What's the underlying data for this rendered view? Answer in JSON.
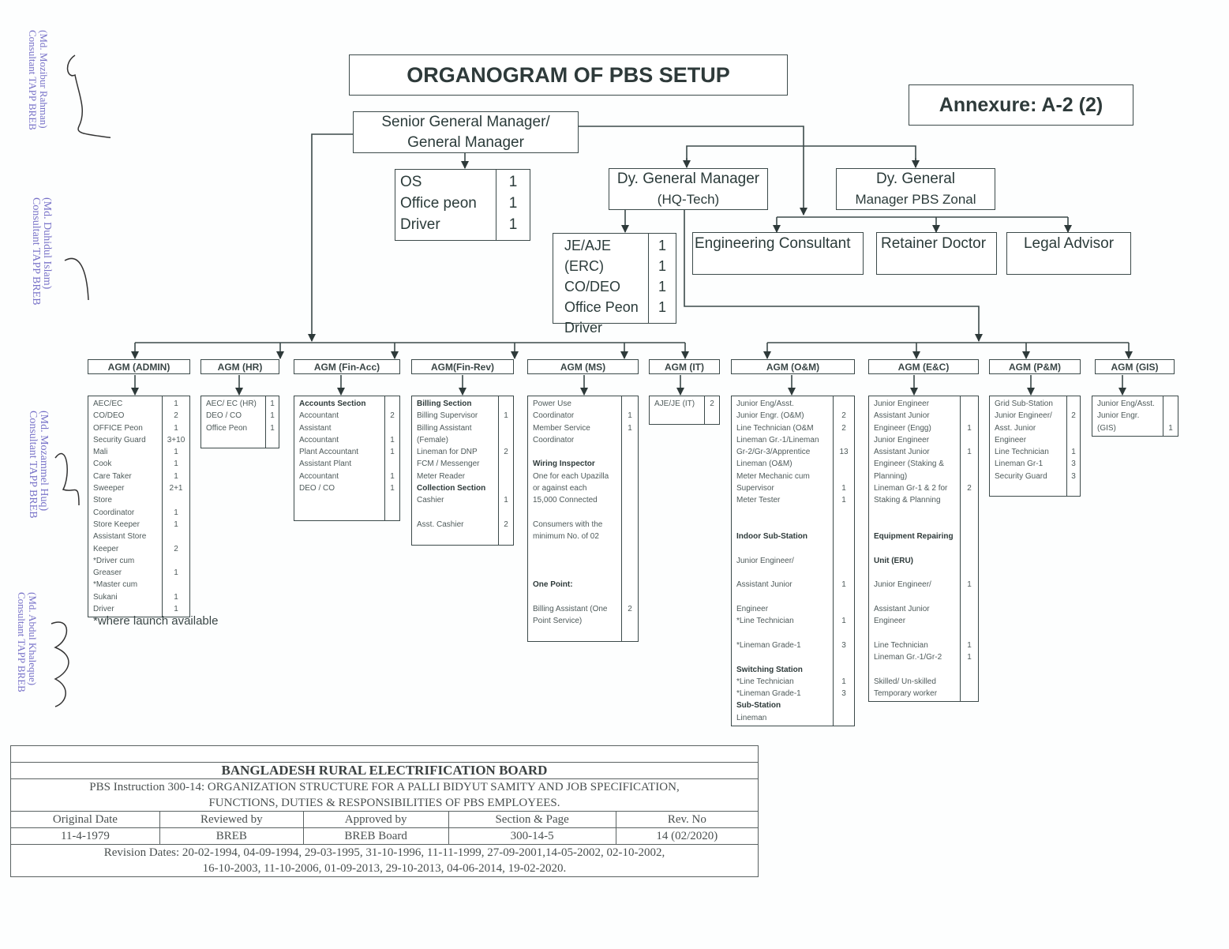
{
  "header": {
    "title": "ORGANOGRAM OF PBS SETUP",
    "annexure": "Annexure: A-2 (2)"
  },
  "top": {
    "gm": {
      "line1": "Senior General Manager/",
      "line2": "General Manager"
    },
    "gm_staff": [
      {
        "role": "OS",
        "count": "1"
      },
      {
        "role": "Office peon",
        "count": "1"
      },
      {
        "role": "Driver",
        "count": "1"
      }
    ],
    "dgm_hq": {
      "line1": "Dy. General Manager",
      "line2": "(HQ-Tech)"
    },
    "dgm_hq_staff": [
      {
        "role": "JE/AJE (ERC)",
        "count": "1"
      },
      {
        "role": "CO/DEO",
        "count": "1"
      },
      {
        "role": "Office Peon",
        "count": "1"
      },
      {
        "role": "Driver",
        "count": "1"
      }
    ],
    "dgm_zonal": {
      "line1": "Dy. General",
      "line2": "Manager PBS Zonal"
    },
    "advisors": [
      "Engineering Consultant",
      "Retainer Doctor",
      "Legal Advisor"
    ]
  },
  "agms": [
    {
      "name": "AGM (ADMIN)",
      "rows": [
        {
          "t": "AEC/EC",
          "c": "1"
        },
        {
          "t": "CO/DEO",
          "c": "2"
        },
        {
          "t": "OFFICE Peon",
          "c": "1"
        },
        {
          "t": "Security Guard",
          "c": "3+10"
        },
        {
          "t": "Mali",
          "c": "1"
        },
        {
          "t": "Cook",
          "c": "1"
        },
        {
          "t": "Care Taker",
          "c": "1"
        },
        {
          "t": "Sweeper",
          "c": "2+1"
        },
        {
          "t": "Store",
          "c": ""
        },
        {
          "t": "Coordinator",
          "c": "1"
        },
        {
          "t": "Store Keeper",
          "c": "1"
        },
        {
          "t": "Assistant Store",
          "c": ""
        },
        {
          "t": "Keeper",
          "c": "2"
        },
        {
          "t": "*Driver cum",
          "c": ""
        },
        {
          "t": "Greaser",
          "c": "1"
        },
        {
          "t": "*Master cum",
          "c": ""
        },
        {
          "t": "Sukani",
          "c": "1"
        },
        {
          "t": "Driver",
          "c": "1"
        }
      ]
    },
    {
      "name": "AGM (HR)",
      "rows": [
        {
          "t": "AEC/ EC (HR)",
          "c": "1"
        },
        {
          "t": "DEO / CO",
          "c": "1"
        },
        {
          "t": "Office Peon",
          "c": "1"
        },
        {
          "t": "",
          "c": ""
        }
      ]
    },
    {
      "name": "AGM (Fin-Acc)",
      "rows": [
        {
          "t": "Accounts Section",
          "c": "",
          "b": true
        },
        {
          "t": "Accountant",
          "c": "2"
        },
        {
          "t": "Assistant",
          "c": ""
        },
        {
          "t": "Accountant",
          "c": "1"
        },
        {
          "t": "Plant Accountant",
          "c": "1"
        },
        {
          "t": "Assistant Plant",
          "c": ""
        },
        {
          "t": "Accountant",
          "c": "1"
        },
        {
          "t": "DEO / CO",
          "c": "1"
        },
        {
          "t": "",
          "c": ""
        },
        {
          "t": "",
          "c": ""
        }
      ]
    },
    {
      "name": "AGM(Fin-Rev)",
      "rows": [
        {
          "t": "Billing Section",
          "c": "",
          "b": true
        },
        {
          "t": "Billing Supervisor",
          "c": "1"
        },
        {
          "t": "Billing Assistant",
          "c": ""
        },
        {
          "t": "(Female)",
          "c": ""
        },
        {
          "t": "Lineman for DNP",
          "c": "2"
        },
        {
          "t": "FCM / Messenger",
          "c": ""
        },
        {
          "t": "Meter Reader",
          "c": ""
        },
        {
          "t": "Collection Section",
          "c": "",
          "b": true
        },
        {
          "t": "Cashier",
          "c": "1"
        },
        {
          "t": "",
          "c": ""
        },
        {
          "t": "Asst. Cashier",
          "c": "2"
        },
        {
          "t": "",
          "c": ""
        }
      ]
    },
    {
      "name": "AGM (MS)",
      "rows": [
        {
          "t": "Power Use",
          "c": ""
        },
        {
          "t": "Coordinator",
          "c": "1"
        },
        {
          "t": "Member Service",
          "c": "1"
        },
        {
          "t": "Coordinator",
          "c": ""
        },
        {
          "t": "",
          "c": ""
        },
        {
          "t": "Wiring Inspector",
          "c": "",
          "b": true
        },
        {
          "t": "One for each Upazilla",
          "c": ""
        },
        {
          "t": "or against each",
          "c": ""
        },
        {
          "t": "15,000 Connected",
          "c": ""
        },
        {
          "t": "",
          "c": ""
        },
        {
          "t": "Consumers with the",
          "c": ""
        },
        {
          "t": "minimum No. of 02",
          "c": ""
        },
        {
          "t": "",
          "c": ""
        },
        {
          "t": "",
          "c": ""
        },
        {
          "t": "",
          "c": ""
        },
        {
          "t": "One Point:",
          "c": "",
          "b": true
        },
        {
          "t": "",
          "c": ""
        },
        {
          "t": "Billing Assistant (One",
          "c": "2"
        },
        {
          "t": "Point Service)",
          "c": ""
        },
        {
          "t": "",
          "c": ""
        }
      ]
    },
    {
      "name": "AGM (IT)",
      "rows": [
        {
          "t": "AJE/JE (IT)",
          "c": "2"
        },
        {
          "t": "",
          "c": ""
        }
      ]
    },
    {
      "name": "AGM (O&M)",
      "rows": [
        {
          "t": "Junior Eng/Asst.",
          "c": ""
        },
        {
          "t": "Junior Engr. (O&M)",
          "c": "2"
        },
        {
          "t": "Line Technician (O&M",
          "c": "2"
        },
        {
          "t": "Lineman Gr.-1/Lineman",
          "c": ""
        },
        {
          "t": "Gr-2/Gr-3/Apprentice",
          "c": "13"
        },
        {
          "t": "Lineman (O&M)",
          "c": ""
        },
        {
          "t": "Meter Mechanic cum",
          "c": ""
        },
        {
          "t": "Supervisor",
          "c": "1"
        },
        {
          "t": "Meter Tester",
          "c": "1"
        },
        {
          "t": "",
          "c": ""
        },
        {
          "t": "",
          "c": ""
        },
        {
          "t": "Indoor Sub-Station",
          "c": "",
          "b": true
        },
        {
          "t": "",
          "c": ""
        },
        {
          "t": "Junior Engineer/",
          "c": ""
        },
        {
          "t": "",
          "c": ""
        },
        {
          "t": "Assistant Junior",
          "c": "1"
        },
        {
          "t": "",
          "c": ""
        },
        {
          "t": "Engineer",
          "c": ""
        },
        {
          "t": "*Line Technician",
          "c": "1"
        },
        {
          "t": "",
          "c": ""
        },
        {
          "t": "*Lineman Grade-1",
          "c": "3"
        },
        {
          "t": "",
          "c": ""
        },
        {
          "t": "Switching Station",
          "c": "",
          "b": true
        },
        {
          "t": "*Line Technician",
          "c": "1"
        },
        {
          "t": "*Lineman Grade-1",
          "c": "3"
        },
        {
          "t": "Sub-Station",
          "c": "",
          "b": true
        },
        {
          "t": "Lineman",
          "c": ""
        }
      ]
    },
    {
      "name": "AGM (E&C)",
      "rows": [
        {
          "t": "Junior Engineer",
          "c": ""
        },
        {
          "t": "Assistant Junior",
          "c": ""
        },
        {
          "t": "Engineer (Engg)",
          "c": "1"
        },
        {
          "t": "Junior Engineer",
          "c": ""
        },
        {
          "t": "Assistant Junior",
          "c": "1"
        },
        {
          "t": "Engineer (Staking &",
          "c": ""
        },
        {
          "t": "Planning)",
          "c": ""
        },
        {
          "t": "Lineman Gr-1 & 2 for",
          "c": "2"
        },
        {
          "t": "Staking & Planning",
          "c": ""
        },
        {
          "t": "",
          "c": ""
        },
        {
          "t": "",
          "c": ""
        },
        {
          "t": "Equipment Repairing",
          "c": "",
          "b": true
        },
        {
          "t": "",
          "c": ""
        },
        {
          "t": "Unit (ERU)",
          "c": "",
          "b": true
        },
        {
          "t": "",
          "c": ""
        },
        {
          "t": "Junior Engineer/",
          "c": "1"
        },
        {
          "t": "",
          "c": ""
        },
        {
          "t": "Assistant Junior",
          "c": ""
        },
        {
          "t": "Engineer",
          "c": ""
        },
        {
          "t": "",
          "c": ""
        },
        {
          "t": "Line Technician",
          "c": "1"
        },
        {
          "t": "Lineman Gr.-1/Gr-2",
          "c": "1"
        },
        {
          "t": "",
          "c": ""
        },
        {
          "t": "Skilled/ Un-skilled",
          "c": ""
        },
        {
          "t": "Temporary worker",
          "c": ""
        }
      ]
    },
    {
      "name": "AGM (P&M)",
      "rows": [
        {
          "t": "Grid Sub-Station",
          "c": ""
        },
        {
          "t": "Junior Engineer/",
          "c": "2"
        },
        {
          "t": "Asst. Junior",
          "c": ""
        },
        {
          "t": "Engineer",
          "c": ""
        },
        {
          "t": "Line Technician",
          "c": "1"
        },
        {
          "t": "Lineman Gr-1",
          "c": "3"
        },
        {
          "t": "Security Guard",
          "c": "3"
        },
        {
          "t": "",
          "c": ""
        }
      ]
    },
    {
      "name": "AGM (GIS)",
      "rows": [
        {
          "t": "Junior Eng/Asst.",
          "c": ""
        },
        {
          "t": "Junior Engr.",
          "c": ""
        },
        {
          "t": "(GIS)",
          "c": "1"
        }
      ]
    }
  ],
  "note": "*where launch available",
  "signatures": [
    {
      "name": "(Md. Mozibur Rahman)",
      "title": "Consultant TAPP BREB"
    },
    {
      "name": "(Md. Duhidul Islam)",
      "title": "Consultant TAPP BREB"
    },
    {
      "name": "(Md. Mozammel Huq)",
      "title": "Consultant TAPP BREB"
    },
    {
      "name": "(Md. Abdul Khaleque)",
      "title": "Consultant TAPP BREB"
    }
  ],
  "footer": {
    "org": "BANGLADESH RURAL ELECTRIFICATION BOARD",
    "instruction_line1": "PBS Instruction 300-14: ORGANIZATION STRUCTURE FOR A PALLI BIDYUT SAMITY AND JOB SPECIFICATION,",
    "instruction_line2": "FUNCTIONS, DUTIES & RESPONSIBILITIES OF PBS EMPLOYEES.",
    "headers": [
      "Original Date",
      "Reviewed by",
      "Approved by",
      "Section & Page",
      "Rev. No"
    ],
    "values": [
      "11-4-1979",
      "BREB",
      "BREB Board",
      "300-14-5",
      "14 (02/2020)"
    ],
    "revision_line1": "Revision Dates: 20-02-1994, 04-09-1994, 29-03-1995, 31-10-1996, 11-11-1999, 27-09-2001,14-05-2002, 02-10-2002,",
    "revision_line2": "16-10-2003, 11-10-2006, 01-09-2013, 29-10-2013, 04-06-2014, 19-02-2020."
  }
}
